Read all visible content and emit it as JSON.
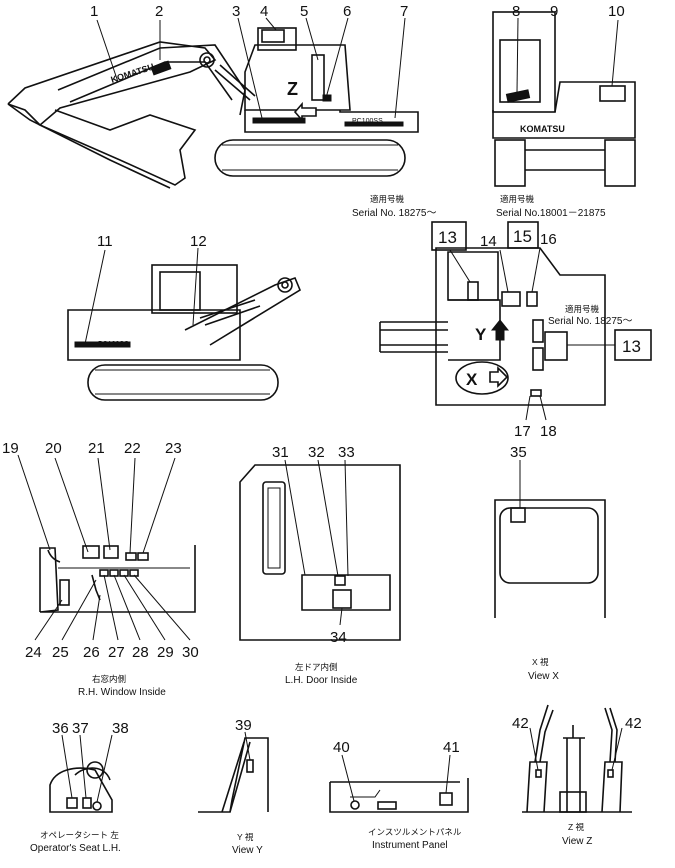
{
  "callouts": [
    "1",
    "2",
    "3",
    "4",
    "5",
    "6",
    "7",
    "8",
    "9",
    "10",
    "11",
    "12",
    "13",
    "14",
    "15",
    "16",
    "17",
    "18",
    "19",
    "20",
    "21",
    "22",
    "23",
    "24",
    "25",
    "26",
    "27",
    "28",
    "29",
    "30",
    "31",
    "32",
    "33",
    "34",
    "35",
    "36",
    "37",
    "38",
    "39",
    "40",
    "41",
    "42"
  ],
  "boxed_callouts": {
    "top": "13",
    "top_mid": "15",
    "right": "13"
  },
  "markers": {
    "view_z": "Z",
    "view_y": "Y",
    "view_x": "X"
  },
  "decals": {
    "boom_brand": "KOMATSU",
    "rear_brand": "KOMATSU",
    "model_side_1": "PC100SS",
    "model_side_2": "PC100SS"
  },
  "serial": {
    "left_jp": "適用号機",
    "left_en": "Serial No. 18275～",
    "mid_jp": "適用号機",
    "mid_en": "Serial No.18001－21875",
    "right_jp": "適用号機",
    "right_en": "Serial No. 18275～"
  },
  "captions": {
    "rh_window_jp": "右窓内側",
    "rh_window_en": "R.H. Window Inside",
    "lh_door_jp": "左ドア内側",
    "lh_door_en": "L.H. Door Inside",
    "view_x_jp": "X 視",
    "view_x_en": "View X",
    "seat_jp": "オペレータシート 左",
    "seat_en": "Operator's Seat L.H.",
    "view_y_jp": "Y 視",
    "view_y_en": "View Y",
    "panel_jp": "インスツルメントパネル",
    "panel_en": "Instrument Panel",
    "view_z_jp": "Z 視",
    "view_z_en": "View Z"
  }
}
